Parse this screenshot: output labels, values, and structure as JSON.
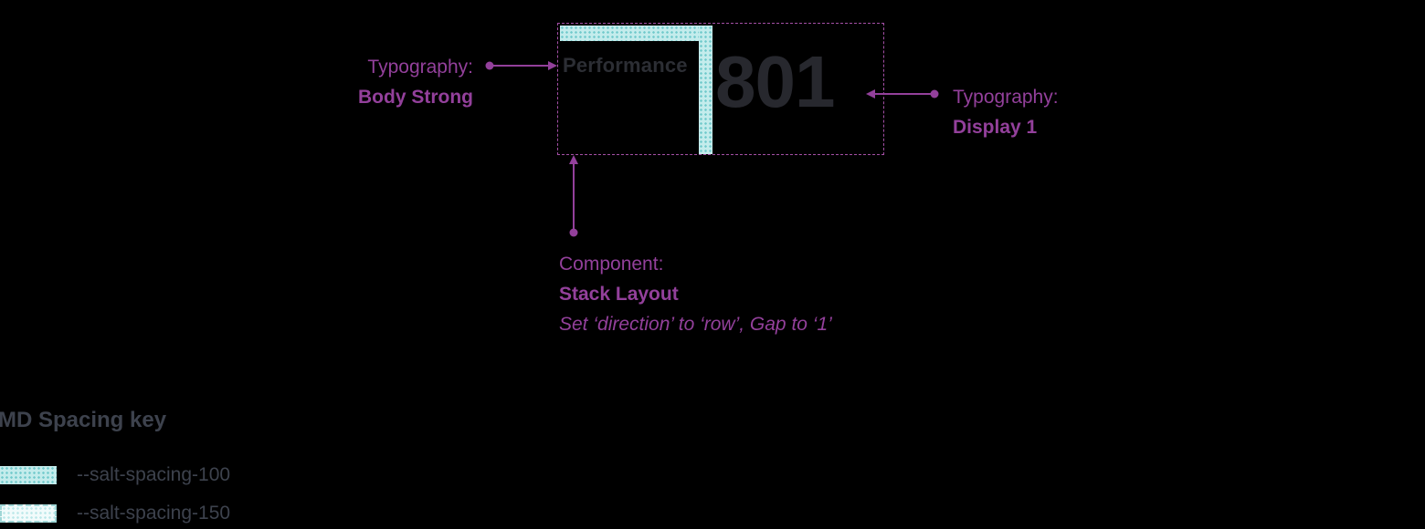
{
  "colors": {
    "annotation_purple": "#93409b",
    "spacing_teal": "#c4ecec",
    "spacing_teal_dot": "#6fc9cb",
    "text_dark": "#2c2e34",
    "background": "#000000"
  },
  "component": {
    "title": "Performance",
    "value": "801"
  },
  "annotations": {
    "left": {
      "line1": "Typography:",
      "line2": "Body Strong"
    },
    "right": {
      "line1": "Typography:",
      "line2": "Display 1"
    },
    "bottom": {
      "line1": "Component:",
      "line2": "Stack Layout",
      "line3": "Set ‘direction’ to ‘row’, Gap to ‘1’"
    }
  },
  "spacing_key": {
    "title": "MD Spacing key",
    "items": [
      {
        "label": "--salt-spacing-100",
        "swatch": "spacing-100"
      },
      {
        "label": "--salt-spacing-150",
        "swatch": "spacing-150"
      }
    ]
  }
}
